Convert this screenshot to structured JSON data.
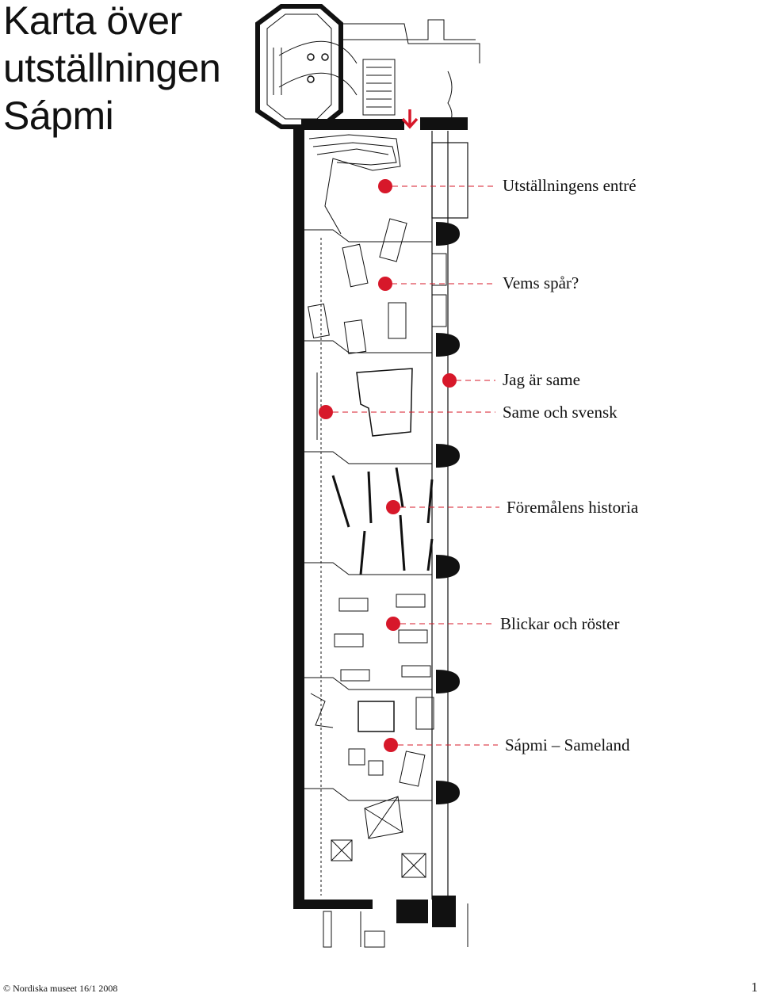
{
  "title": {
    "line1": "Karta över",
    "line2": "utställningen",
    "line3": "Sápmi"
  },
  "sections": [
    {
      "label": "Utställningens entré"
    },
    {
      "label": "Vems spår?"
    },
    {
      "label": "Jag är same"
    },
    {
      "label": "Same och svensk"
    },
    {
      "label": "Föremålens historia"
    },
    {
      "label": "Blickar och röster"
    },
    {
      "label": "Sápmi – Sameland"
    }
  ],
  "footer": {
    "credit": "© Nordiska museet 16/1 2008",
    "page": "1"
  },
  "colors": {
    "marker": "#d7182a",
    "arrow": "#d7182a",
    "walls": "#111111",
    "dash": "#d7182a"
  }
}
